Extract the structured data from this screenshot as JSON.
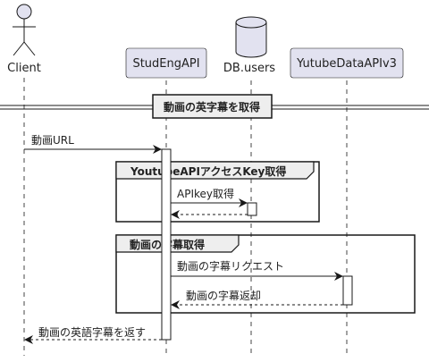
{
  "participants": {
    "client": "Client",
    "api": "StudEngAPI",
    "db": "DB.users",
    "youtube": "YutubeDataAPIv3"
  },
  "divider": "動画の英字幕を取得",
  "groups": {
    "apikey": "YoutubeAPIアクセスKey取得",
    "subtitle": "動画の字幕取得"
  },
  "messages": {
    "video_url": "動画URL",
    "apikey_request": "APIkey取得",
    "subtitle_request": "動画の字幕リクエスト",
    "subtitle_return": "動画の字幕返却",
    "return_english": "動画の英語字幕を返す"
  },
  "colors": {
    "participant_fill": "#e2e2f0",
    "participant_stroke": "#181818",
    "line": "#181818",
    "lifeline": "#181818",
    "group_header_fill": "#eeeeee",
    "background": "#ffffff"
  }
}
